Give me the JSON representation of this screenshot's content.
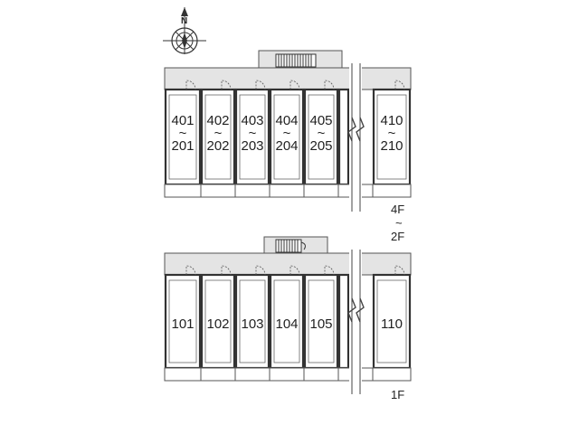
{
  "compass": {
    "north_label": "N"
  },
  "upper_block": {
    "units": [
      {
        "top": "401",
        "sep": "~",
        "bottom": "201"
      },
      {
        "top": "402",
        "sep": "~",
        "bottom": "202"
      },
      {
        "top": "403",
        "sep": "~",
        "bottom": "203"
      },
      {
        "top": "404",
        "sep": "~",
        "bottom": "204"
      },
      {
        "top": "405",
        "sep": "~",
        "bottom": "205"
      },
      {
        "top": "",
        "sep": "",
        "bottom": ""
      },
      {
        "top": "410",
        "sep": "~",
        "bottom": "210"
      }
    ],
    "floor_label": {
      "top": "4F",
      "sep": "~",
      "bottom": "2F"
    }
  },
  "lower_block": {
    "units": [
      {
        "label": "101"
      },
      {
        "label": "102"
      },
      {
        "label": "103"
      },
      {
        "label": "104"
      },
      {
        "label": "105"
      },
      {
        "label": ""
      },
      {
        "label": "110"
      }
    ],
    "floor_label": "1F"
  },
  "colors": {
    "corridor": "#e4e4e4",
    "wall": "#333333",
    "line": "#555555",
    "background": "#ffffff"
  }
}
